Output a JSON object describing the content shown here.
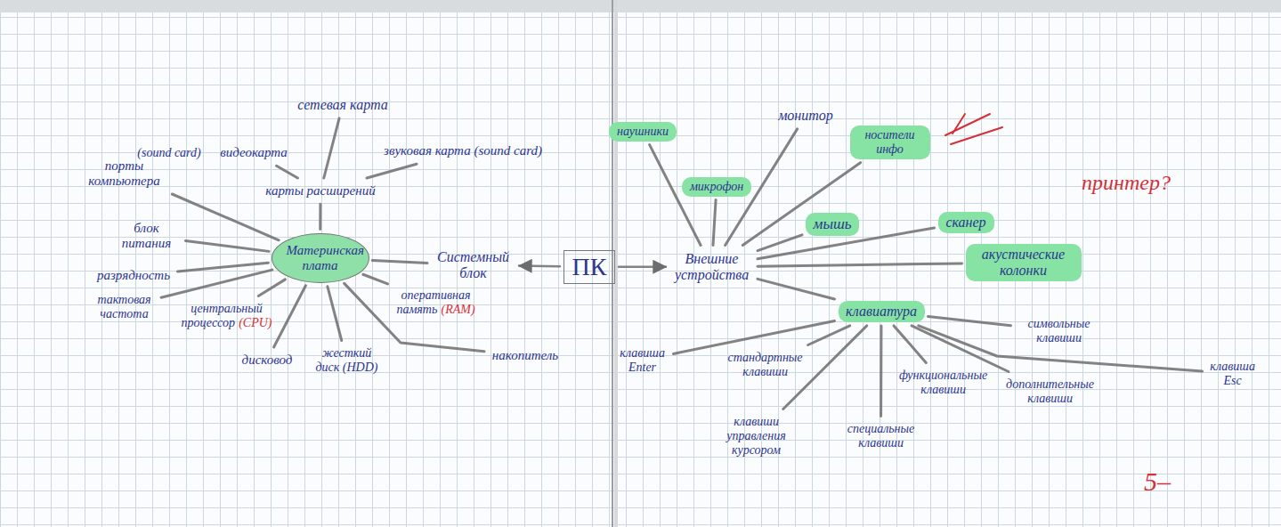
{
  "diagram": {
    "nodes": [
      {
        "text": [
          "ПК"
        ]
      },
      {
        "text": [
          "Системный блок"
        ]
      },
      {
        "text": [
          "Материнская плата"
        ]
      },
      {
        "text": [
          "карты расширений"
        ]
      },
      {
        "text": [
          "сетевая карта"
        ]
      },
      {
        "text": [
          "видеокарта"
        ]
      },
      {
        "text": [
          "звуковая карта (sound card)"
        ]
      },
      {
        "text": [
          "порты компьютера"
        ]
      },
      {
        "text": [
          "блок питания"
        ]
      },
      {
        "text": [
          "разрядность"
        ]
      },
      {
        "text": [
          "тактовая частота"
        ]
      },
      {
        "text": [
          "центральный процессор",
          "(CPU)"
        ]
      },
      {
        "text": [
          "дисковод"
        ]
      },
      {
        "text": [
          "жесткий диск (HDD)"
        ]
      },
      {
        "text": [
          "оперативная память",
          "(RAM)"
        ]
      },
      {
        "text": [
          "накопитель"
        ]
      },
      {
        "text": [
          "Внешние устройства"
        ]
      },
      {
        "text": [
          "наушники"
        ]
      },
      {
        "text": [
          "монитор"
        ]
      },
      {
        "text": [
          "микрофон"
        ]
      },
      {
        "text": [
          "носители инфо"
        ]
      },
      {
        "text": [
          "мышь"
        ]
      },
      {
        "text": [
          "сканер"
        ]
      },
      {
        "text": [
          "акустические колонки"
        ]
      },
      {
        "text": [
          "клавиатура"
        ]
      },
      {
        "text": [
          "клавиша Enter"
        ]
      },
      {
        "text": [
          "стандартные клавиши"
        ]
      },
      {
        "text": [
          "клавиши управления курсором"
        ]
      },
      {
        "text": [
          "функциональные клавиши"
        ]
      },
      {
        "text": [
          "специальные клавиши"
        ]
      },
      {
        "text": [
          "символьные клавиши"
        ]
      },
      {
        "text": [
          "дополнительные клавиши"
        ]
      },
      {
        "text": [
          "клавиша Esc"
        ]
      }
    ],
    "edges": [
      {
        "from": 0,
        "to": 1,
        "arrow": "to"
      },
      {
        "from": 0,
        "to": 16,
        "arrow": "to"
      },
      {
        "from": 1,
        "to": 2,
        "arrow": "none"
      },
      {
        "from": 2,
        "to": 3,
        "arrow": "none"
      },
      {
        "from": 3,
        "to": 4,
        "arrow": "none"
      },
      {
        "from": 3,
        "to": 5,
        "arrow": "none"
      },
      {
        "from": 3,
        "to": 6,
        "arrow": "none"
      },
      {
        "from": 2,
        "to": 7,
        "arrow": "none"
      },
      {
        "from": 2,
        "to": 8,
        "arrow": "none"
      },
      {
        "from": 2,
        "to": 9,
        "arrow": "none"
      },
      {
        "from": 2,
        "to": 10,
        "arrow": "none"
      },
      {
        "from": 2,
        "to": 11,
        "arrow": "none"
      },
      {
        "from": 2,
        "to": 12,
        "arrow": "none"
      },
      {
        "from": 2,
        "to": 13,
        "arrow": "none"
      },
      {
        "from": 2,
        "to": 14,
        "arrow": "none"
      },
      {
        "from": 2,
        "to": 15,
        "arrow": "none"
      },
      {
        "from": 16,
        "to": 17,
        "arrow": "none"
      },
      {
        "from": 16,
        "to": 18,
        "arrow": "none"
      },
      {
        "from": 16,
        "to": 19,
        "arrow": "none"
      },
      {
        "from": 16,
        "to": 20,
        "arrow": "none"
      },
      {
        "from": 16,
        "to": 21,
        "arrow": "none"
      },
      {
        "from": 16,
        "to": 22,
        "arrow": "none"
      },
      {
        "from": 16,
        "to": 23,
        "arrow": "none"
      },
      {
        "from": 16,
        "to": 24,
        "arrow": "none"
      },
      {
        "from": 24,
        "to": 25,
        "arrow": "none"
      },
      {
        "from": 24,
        "to": 26,
        "arrow": "none"
      },
      {
        "from": 24,
        "to": 27,
        "arrow": "none"
      },
      {
        "from": 24,
        "to": 28,
        "arrow": "none"
      },
      {
        "from": 24,
        "to": 29,
        "arrow": "none"
      },
      {
        "from": 24,
        "to": 30,
        "arrow": "none"
      },
      {
        "from": 24,
        "to": 31,
        "arrow": "none"
      },
      {
        "from": 24,
        "to": 32,
        "arrow": "none"
      }
    ],
    "labels": [
      "(sound card)",
      "принтер?",
      "5–"
    ]
  }
}
